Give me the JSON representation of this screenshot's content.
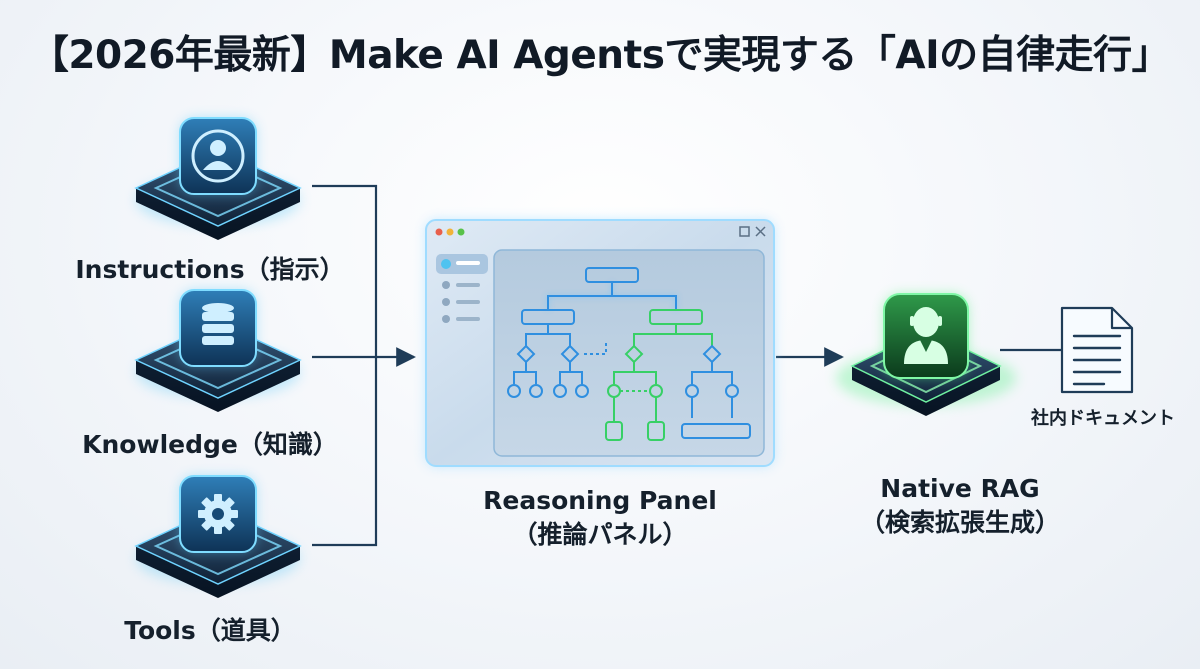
{
  "title": "【2026年最新】Make AI Agentsで実現する「AIの自律走行」",
  "inputs": [
    {
      "label": "Instructions（指示）",
      "icon": "user-profile-icon"
    },
    {
      "label": "Knowledge（知識）",
      "icon": "database-icon"
    },
    {
      "label": "Tools（道具）",
      "icon": "gear-icon"
    }
  ],
  "reasoning_panel": {
    "label_en": "Reasoning Panel",
    "label_ja": "（推論パネル）",
    "icon": "flowchart-icon"
  },
  "native_rag": {
    "label_en": "Native RAG",
    "label_ja": "（検索拡張生成）",
    "icon": "agent-person-icon"
  },
  "document": {
    "label": "社内ドキュメント",
    "icon": "document-icon"
  },
  "colors": {
    "accent_blue": "#4ec3f0",
    "accent_green": "#4ef07a",
    "line": "#1f3c58",
    "text": "#14202e"
  }
}
